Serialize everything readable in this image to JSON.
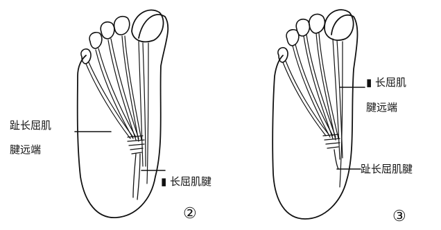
{
  "figures": [
    {
      "number": "②",
      "labels": {
        "left_line1": "趾长屈肌",
        "left_line2": "腱远端",
        "right": "▮ 长屈肌腱"
      }
    },
    {
      "number": "③",
      "labels": {
        "top_line1": "▮ 长屈肌",
        "top_line2": "腱远端",
        "bottom": "趾长屈肌腱"
      }
    }
  ],
  "colors": {
    "ink": "#111111",
    "background": "#ffffff"
  }
}
